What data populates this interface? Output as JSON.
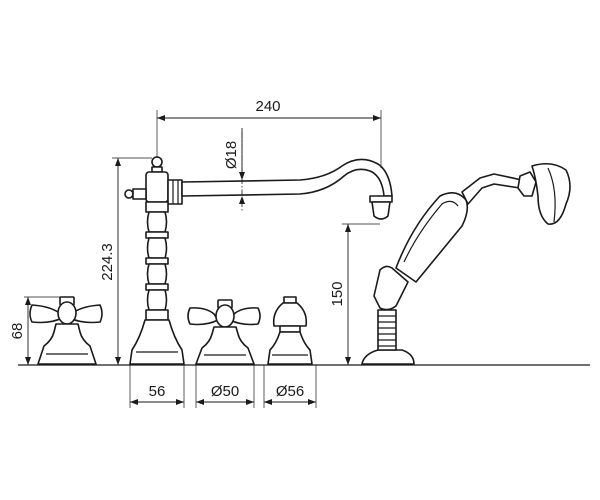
{
  "dimensions": {
    "spout_reach": "240",
    "spout_diameter": "Ø18",
    "column_height": "224.3",
    "handle_height": "68",
    "shower_holder_height": "150",
    "column_base_width": "56",
    "valve_diameter": "Ø50",
    "diverter_diameter": "Ø56"
  },
  "colors": {
    "line": "#1a1a1a",
    "background": "#ffffff"
  }
}
